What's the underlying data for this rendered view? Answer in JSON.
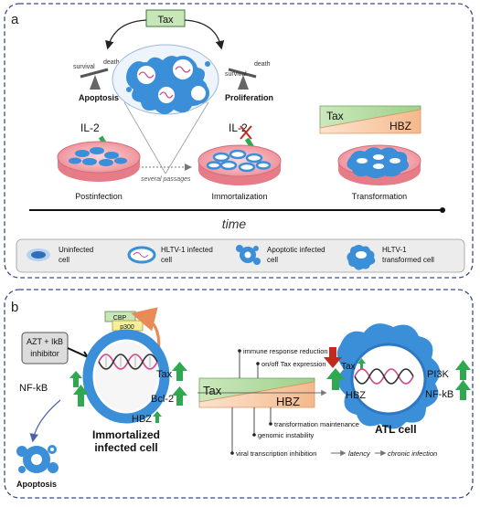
{
  "panel_a": {
    "label": "a",
    "tax_box": "Tax",
    "left_scale": {
      "survival": "survival",
      "death": "death",
      "outcome": "Apoptosis"
    },
    "right_scale": {
      "survival": "survival",
      "death": "death",
      "outcome": "Proliferation"
    },
    "il2_left": "IL-2",
    "il2_mid": "IL-2",
    "passages": "several passages",
    "stages": [
      "Postinfection",
      "Immortalization",
      "Transformation"
    ],
    "tax_hbz_bar": {
      "tax": "Tax",
      "hbz": "HBZ"
    },
    "time_label": "time",
    "legend": [
      {
        "line1": "Uninfected",
        "line2": "cell"
      },
      {
        "line1": "HLTV-1 infected",
        "line2": "cell"
      },
      {
        "line1": "Apoptotic infected",
        "line2": "cell"
      },
      {
        "line1": "HLTV-1",
        "line2": "transformed  cell"
      }
    ]
  },
  "panel_b": {
    "label": "b",
    "azt_box": {
      "line1": "AZT + IkB",
      "line2": "inhibitor"
    },
    "nfkb_left": "NF-kB",
    "apoptosis": "Apoptosis",
    "cbp": "CBP",
    "p300": "p300",
    "tax_mid": "Tax",
    "bcl2": "Bcl-2",
    "hbz_mid": "HBZ",
    "cell_label": {
      "line1": "Immortalized",
      "line2": "infected cell"
    },
    "timeline_notes": [
      "immune response reduction",
      "on/off Tax expression",
      "transformation maintenance",
      "genomic instability",
      "viral transcription inhibition"
    ],
    "latency": "latency",
    "chronic": "chronic infection",
    "bar": {
      "tax": "Tax",
      "hbz": "HBZ"
    },
    "atl": {
      "tax": "Tax",
      "hbz": "HBZ",
      "pi3k": "PI3K",
      "nfkb": "NF-kB",
      "name": "ATL cell"
    }
  },
  "colors": {
    "frame": "#3a4a8c",
    "dish_pink": "#f2a3ab",
    "cell_blue": "#3b8ed8",
    "arrow_green": "#2fa84f",
    "arrow_red": "#c22a1f",
    "tax_green": "#b9dfa8",
    "hbz_orange": "#f4c29c"
  }
}
